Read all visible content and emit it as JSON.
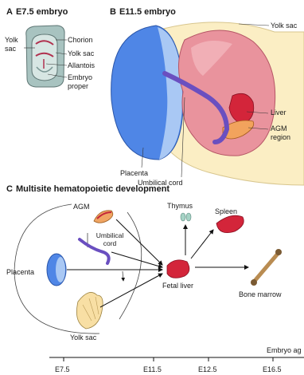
{
  "panel_a": {
    "letter": "A",
    "title": "E7.5 embryo",
    "labels": {
      "yolk_sac_left_1": "Yolk",
      "yolk_sac_left_2": "sac",
      "chorion": "Chorion",
      "yolk_sac_right": "Yolk sac",
      "allantois": "Allantois",
      "embryo_proper_1": "Embryo",
      "embryo_proper_2": "proper"
    }
  },
  "panel_b": {
    "letter": "B",
    "title": "E11.5 embryo",
    "labels": {
      "yolk_sac": "Yolk sac",
      "liver": "Liver",
      "agm_1": "AGM",
      "agm_2": "region",
      "placenta": "Placenta",
      "umbilical_cord": "Umbilical cord"
    }
  },
  "panel_c": {
    "letter": "C",
    "title": "Multisite hematopoietic development",
    "labels": {
      "agm": "AGM",
      "umbilical_1": "Umbilical",
      "umbilical_2": "cord",
      "placenta": "Placenta",
      "yolk_sac": "Yolk sac",
      "thymus": "Thymus",
      "spleen": "Spleen",
      "fetal_liver": "Fetal liver",
      "bone_marrow": "Bone marrow"
    }
  },
  "timeline": {
    "title": "Embryo ag",
    "ticks": [
      "E7.5",
      "E11.5",
      "E12.5",
      "E16.5"
    ]
  }
}
